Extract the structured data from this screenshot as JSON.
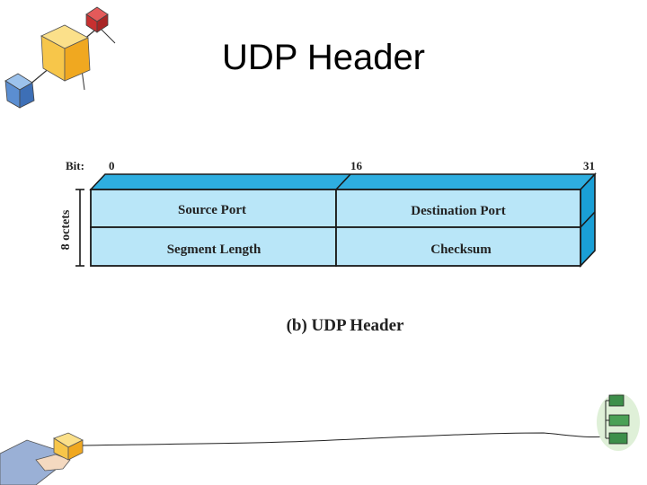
{
  "slide": {
    "title": "UDP Header"
  },
  "diagram": {
    "bit_prefix": "Bit:",
    "bit_markers": [
      "0",
      "16",
      "31"
    ],
    "side_label": "8 octets",
    "rows": [
      {
        "fields": [
          "Source Port",
          "Destination Port"
        ]
      },
      {
        "fields": [
          "Segment Length",
          "Checksum"
        ]
      }
    ],
    "caption": "(b) UDP Header",
    "colors": {
      "field_fill": "#b9e6f8",
      "top_face": "#2eaee0",
      "side_face": "#1a9fd6",
      "edge": "#1a1a1a"
    }
  },
  "decorations": {
    "cubes_top_left": "cubes-cluster-icon",
    "cube_bottom_left": "hand-holding-cube-icon",
    "stack_bottom_right": "stacked-boxes-icon"
  }
}
